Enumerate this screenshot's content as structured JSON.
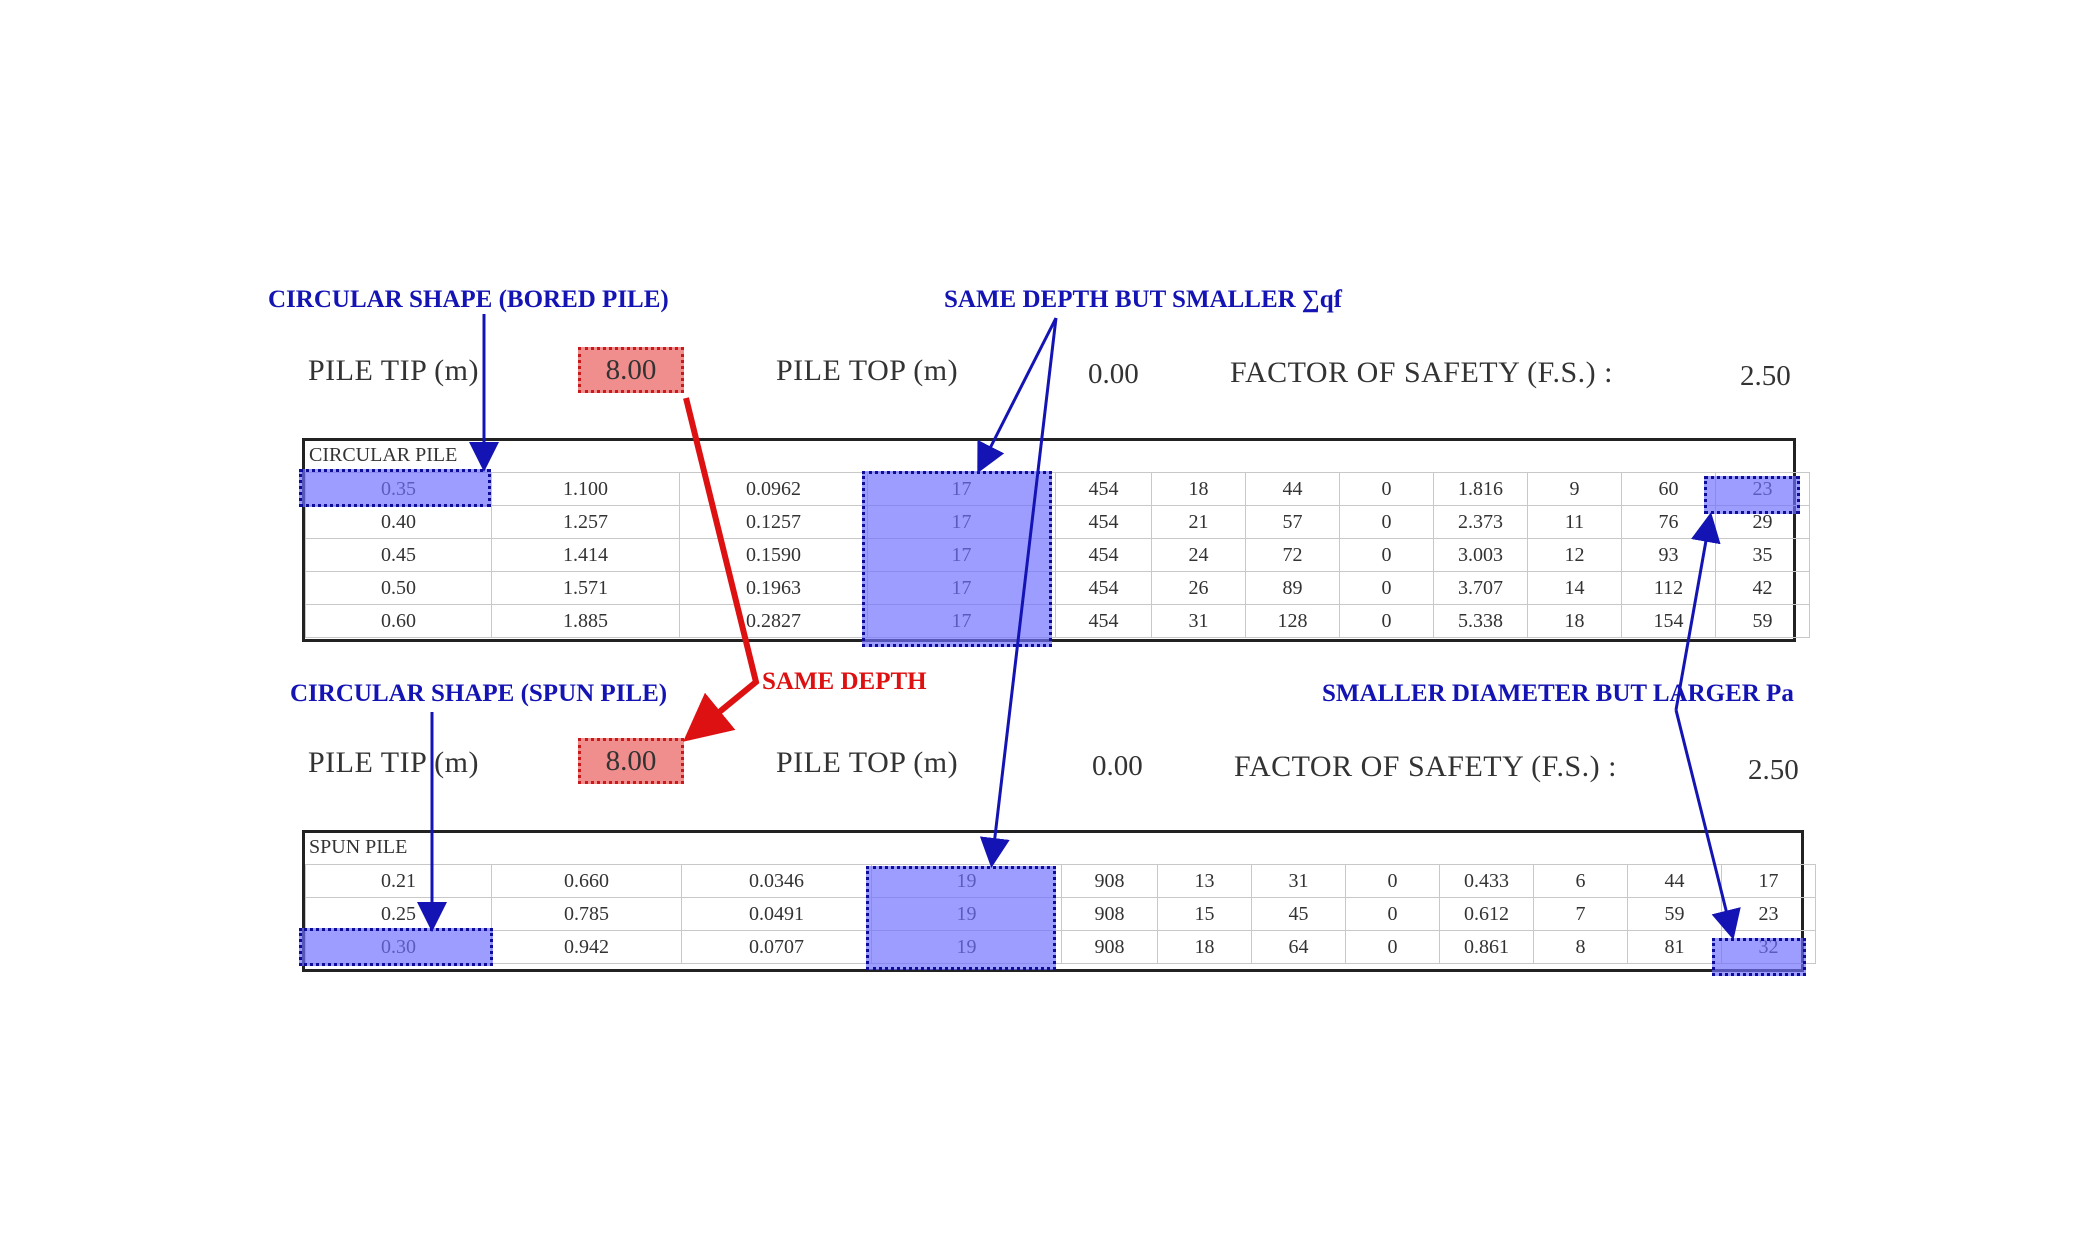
{
  "annotations": {
    "bored_shape": "CIRCULAR SHAPE (BORED PILE)",
    "same_depth_smaller_qf": "SAME DEPTH BUT SMALLER ∑qf",
    "same_depth": "SAME DEPTH",
    "spun_shape": "CIRCULAR SHAPE (SPUN PILE)",
    "smaller_diameter": "SMALLER DIAMETER BUT LARGER Pa"
  },
  "colors": {
    "annotation_blue": "#1414b4",
    "annotation_red": "#dd1111",
    "highlight_blue": "#7b7bff",
    "highlight_red": "#f08d8d"
  },
  "sections": [
    {
      "pile_tip_label": "PILE TIP (m)",
      "pile_tip_value": "8.00",
      "pile_top_label": "PILE TOP (m)",
      "pile_top_value": "0.00",
      "fs_label": "FACTOR OF SAFETY (F.S.) :",
      "fs_value": "2.50",
      "table_title": "CIRCULAR PILE",
      "rows": [
        [
          "0.35",
          "1.100",
          "0.0962",
          "17",
          "454",
          "18",
          "44",
          "0",
          "1.816",
          "9",
          "60",
          "23"
        ],
        [
          "0.40",
          "1.257",
          "0.1257",
          "17",
          "454",
          "21",
          "57",
          "0",
          "2.373",
          "11",
          "76",
          "29"
        ],
        [
          "0.45",
          "1.414",
          "0.1590",
          "17",
          "454",
          "24",
          "72",
          "0",
          "3.003",
          "12",
          "93",
          "35"
        ],
        [
          "0.50",
          "1.571",
          "0.1963",
          "17",
          "454",
          "26",
          "89",
          "0",
          "3.707",
          "14",
          "112",
          "42"
        ],
        [
          "0.60",
          "1.885",
          "0.2827",
          "17",
          "454",
          "31",
          "128",
          "0",
          "5.338",
          "18",
          "154",
          "59"
        ]
      ]
    },
    {
      "pile_tip_label": "PILE TIP (m)",
      "pile_tip_value": "8.00",
      "pile_top_label": "PILE TOP (m)",
      "pile_top_value": "0.00",
      "fs_label": "FACTOR OF SAFETY (F.S.) :",
      "fs_value": "2.50",
      "table_title": "SPUN PILE",
      "rows": [
        [
          "0.21",
          "0.660",
          "0.0346",
          "19",
          "908",
          "13",
          "31",
          "0",
          "0.433",
          "6",
          "44",
          "17"
        ],
        [
          "0.25",
          "0.785",
          "0.0491",
          "19",
          "908",
          "15",
          "45",
          "0",
          "0.612",
          "7",
          "59",
          "23"
        ],
        [
          "0.30",
          "0.942",
          "0.0707",
          "19",
          "908",
          "18",
          "64",
          "0",
          "0.861",
          "8",
          "81",
          "32"
        ]
      ]
    }
  ]
}
